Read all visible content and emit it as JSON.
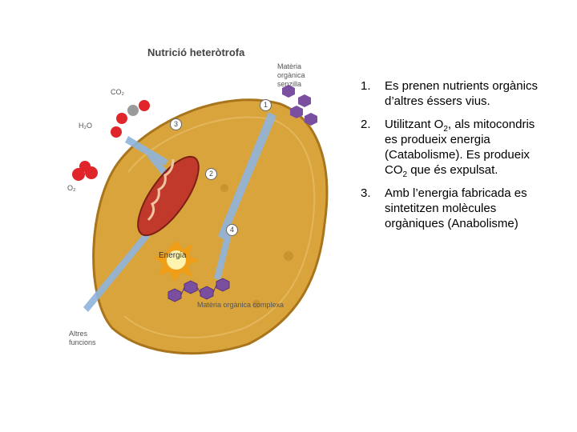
{
  "diagram": {
    "title": "Nutrició heteròtrofa",
    "labels": {
      "materia": "Matèria orgànica senzilla",
      "co2": "CO₂",
      "h2o": "H₂O",
      "o2": "O₂",
      "energia": "Energia",
      "complex": "Matèria orgànica complexa",
      "altres": "Altres funcions"
    },
    "step_numbers": [
      "1",
      "2",
      "3",
      "4"
    ]
  },
  "list": [
    {
      "num": "1.",
      "text": "Es prenen nutrients orgànics d’altres éssers vius."
    },
    {
      "num": "2.",
      "pre": "Utilitzant O",
      "sub1": "2",
      "mid": ", als mitocondris es produeix energia (Catabolisme). Es produeix CO",
      "sub2": "2",
      "post": " que és expulsat."
    },
    {
      "num": "3.",
      "text": "Amb l’energia fabricada es sintetitzen molècules orgàniques (Anabolisme)"
    }
  ],
  "colors": {
    "cell": "#d9a43c",
    "cell_edge": "#a8741c",
    "mitochondrion": "#c0392b",
    "arrow": "#8fb4dc",
    "molecule": "#7b4fa0",
    "oxygen": "#e0262a",
    "carbon": "#9a9a9a"
  }
}
